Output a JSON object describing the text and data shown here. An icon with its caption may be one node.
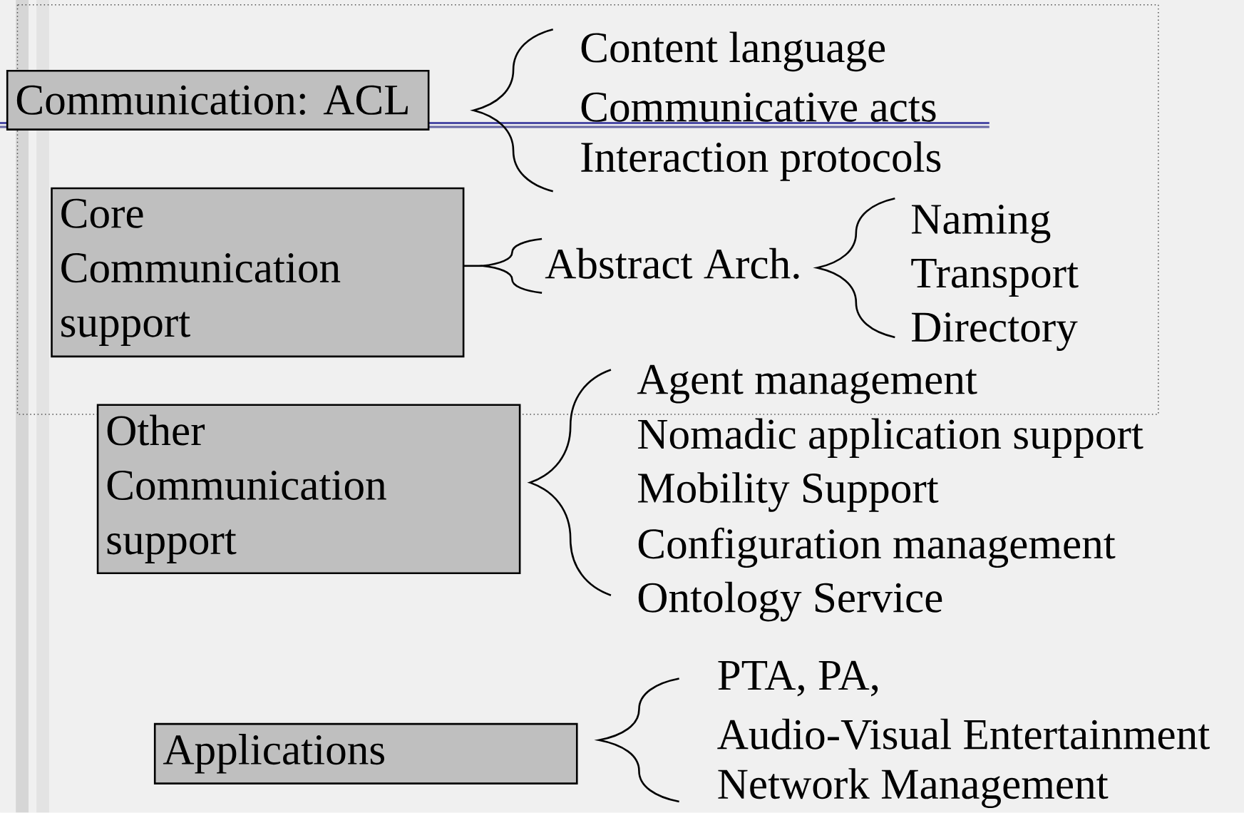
{
  "diagram": {
    "nodes": [
      {
        "text": [
          "Communication: ACL"
        ]
      },
      {
        "text": [
          "Core Communication support"
        ]
      },
      {
        "text": [
          "Other Communication support"
        ]
      },
      {
        "text": [
          "Applications"
        ]
      }
    ],
    "labels": [
      "Content language",
      "Communicative acts",
      "Interaction protocols",
      "Abstract Arch.",
      "Naming",
      "Transport",
      "Directory",
      "Agent management",
      "Nomadic application support",
      "Mobility Support",
      "Configuration management",
      "Ontology Service",
      "PTA, PA,",
      "Audio-Visual Entertainment",
      "Network Management"
    ]
  }
}
